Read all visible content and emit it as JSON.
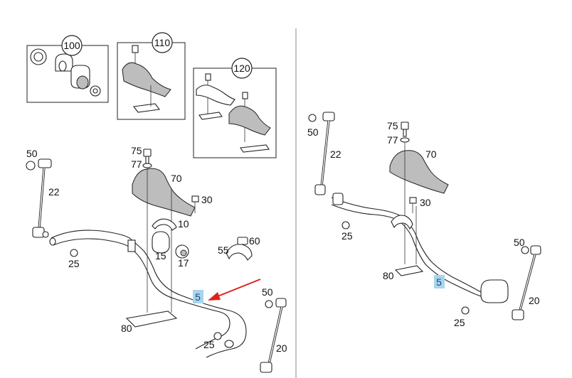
{
  "callouts": {
    "c100": "100",
    "c110": "110",
    "c120": "120"
  },
  "left": {
    "p50a": "50",
    "p22": "22",
    "p75": "75",
    "p77": "77",
    "p70": "70",
    "p30": "30",
    "p10": "10",
    "p15": "15",
    "p17": "17",
    "p55": "55",
    "p60": "60",
    "p25a": "25",
    "p5": "5",
    "p50b": "50",
    "p80": "80",
    "p25b": "25",
    "p20": "20"
  },
  "right": {
    "p50a": "50",
    "p22": "22",
    "p75": "75",
    "p77": "77",
    "p70": "70",
    "p30": "30",
    "p25a": "25",
    "p80": "80",
    "p5": "5",
    "p50b": "50",
    "p20": "20",
    "p25b": "25"
  },
  "colors": {
    "highlight": "#a9d4ee",
    "arrow": "#e0201b",
    "line": "#222222"
  }
}
